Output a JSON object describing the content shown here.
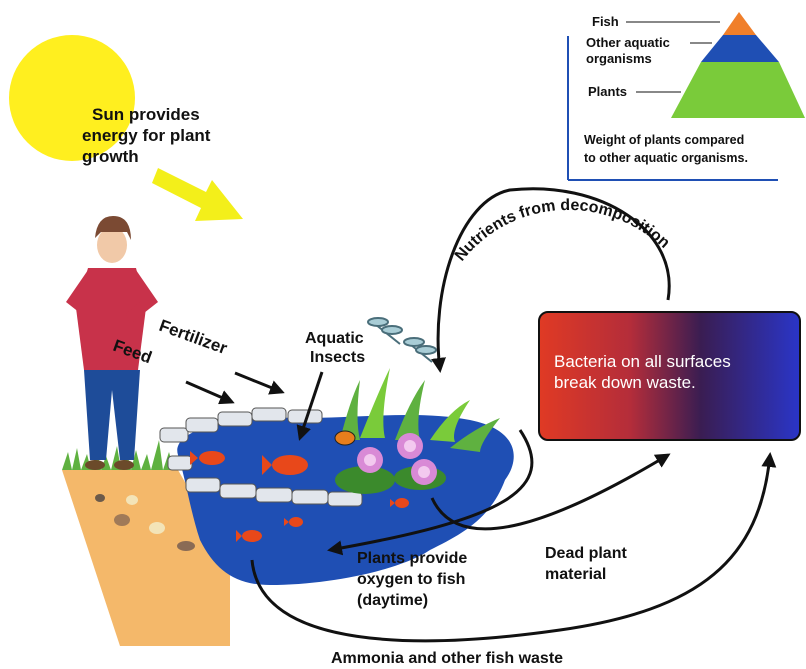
{
  "labels": {
    "sun": [
      "Sun provides",
      "energy for plant",
      "growth"
    ],
    "fertilizer": "Fertilizer",
    "feed": "Feed",
    "aquatic_insects": [
      "Aquatic",
      "Insects"
    ],
    "nutrients": "Nutrients from decomposition",
    "bacteria": [
      "Bacteria on all surfaces",
      "break down  waste."
    ],
    "plants_oxygen": [
      "Plants provide",
      "oxygen to fish",
      "(daytime)"
    ],
    "dead_plant": [
      "Dead plant",
      "material"
    ],
    "ammonia": "Ammonia and other fish waste"
  },
  "pyramid": {
    "levels": [
      {
        "label": "Fish",
        "color": "#f07f2a"
      },
      {
        "label": "Other aquatic\norganisms",
        "color": "#1f4fb4"
      },
      {
        "label": "Plants",
        "color": "#7acb3a"
      }
    ],
    "caption": [
      "Weight of plants compared",
      "to other aquatic organisms."
    ]
  },
  "colors": {
    "sun": "#ffef1f",
    "sun_arrow": "#f3ef1a",
    "pond": "#1f4fb4",
    "arrow": "#111111",
    "bacteria_left": "#e03a24",
    "bacteria_mid": "#3a1d52",
    "bacteria_right": "#2a35c8"
  }
}
